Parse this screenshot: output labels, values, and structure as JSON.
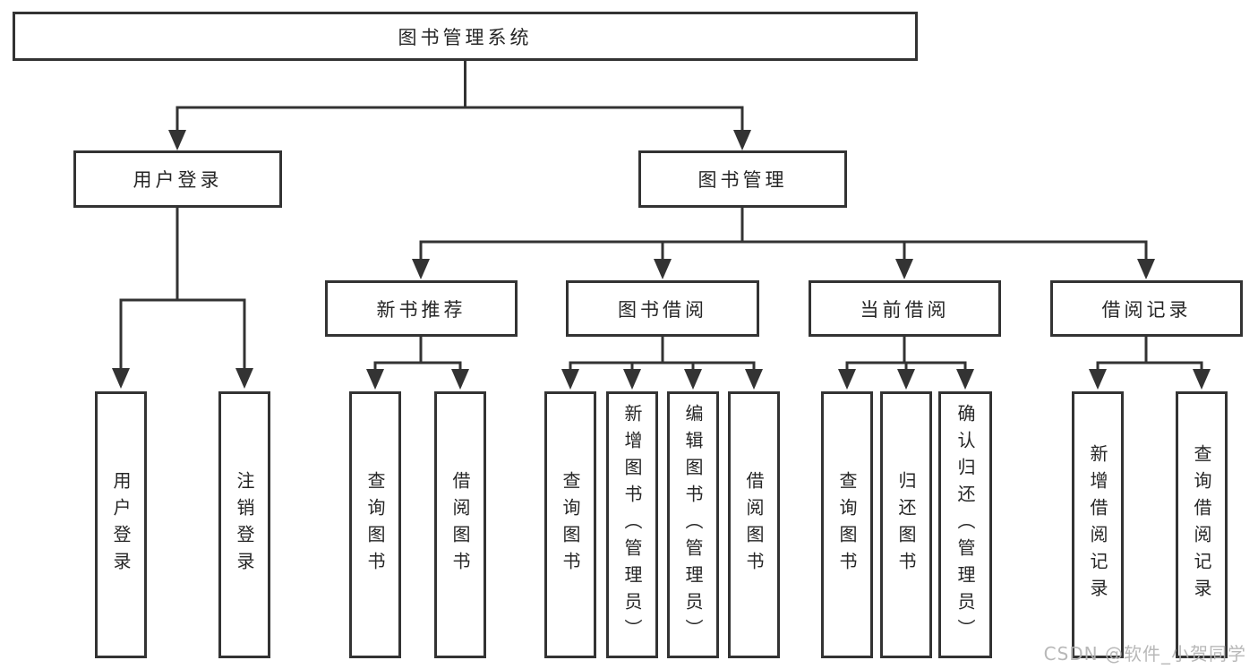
{
  "tree": {
    "label": "图书管理系统",
    "children": [
      {
        "label": "用户登录",
        "children": [
          {
            "label": "用户登录"
          },
          {
            "label": "注销登录"
          }
        ]
      },
      {
        "label": "图书管理",
        "children": [
          {
            "label": "新书推荐",
            "children": [
              {
                "label": "查询图书"
              },
              {
                "label": "借阅图书"
              }
            ]
          },
          {
            "label": "图书借阅",
            "children": [
              {
                "label": "查询图书"
              },
              {
                "label": "新增图书（管理员）"
              },
              {
                "label": "编辑图书（管理员）"
              },
              {
                "label": "借阅图书"
              }
            ]
          },
          {
            "label": "当前借阅",
            "children": [
              {
                "label": "查询图书"
              },
              {
                "label": "归还图书"
              },
              {
                "label": "确认归还（管理员）"
              }
            ]
          },
          {
            "label": "借阅记录",
            "children": [
              {
                "label": "新增借阅记录"
              },
              {
                "label": "查询借阅记录"
              }
            ]
          }
        ]
      }
    ]
  },
  "watermark": {
    "text": "CSDN @软件_小贺同学"
  },
  "colors": {
    "line": "#333333",
    "box_border": "#333333",
    "text": "#262626",
    "watermark": "#b2b2b2",
    "background": "#ffffff"
  }
}
